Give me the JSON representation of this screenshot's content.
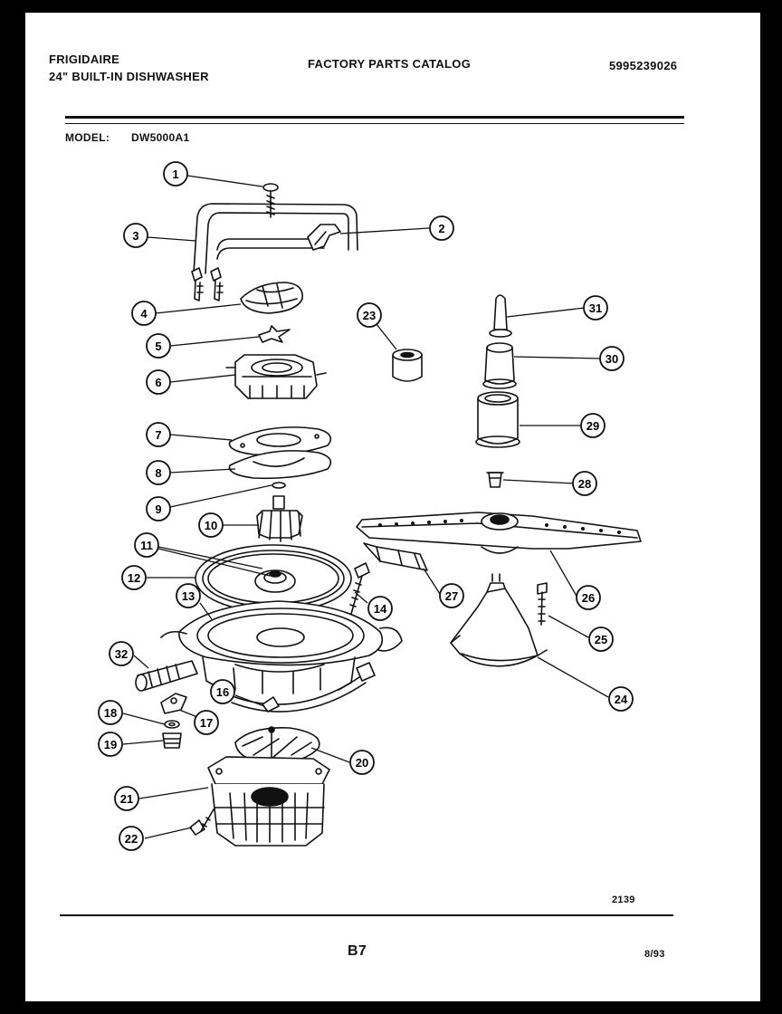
{
  "header": {
    "brand": "FRIGIDAIRE",
    "product": "24\" BUILT-IN DISHWASHER",
    "catalog_title": "FACTORY PARTS CATALOG",
    "catalog_number": "5995239026",
    "model_label": "MODEL:",
    "model_value": "DW5000A1"
  },
  "footer": {
    "diagram_code": "2139",
    "page_code": "B7",
    "date": "8/93"
  },
  "callouts": [
    "1",
    "2",
    "3",
    "4",
    "5",
    "6",
    "7",
    "8",
    "9",
    "10",
    "11",
    "12",
    "13",
    "14",
    "16",
    "17",
    "18",
    "19",
    "20",
    "21",
    "22",
    "23",
    "24",
    "25",
    "26",
    "27",
    "28",
    "29",
    "30",
    "31",
    "32"
  ]
}
